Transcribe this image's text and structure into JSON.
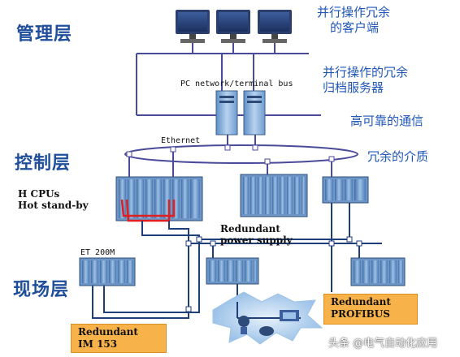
{
  "layers": {
    "management": "管理层",
    "control": "控制层",
    "field": "现场层"
  },
  "notes": {
    "parallel_clients_line1": "并行操作冗余",
    "parallel_clients_line2": "的客户端",
    "parallel_archive_line1": "并行操作的冗余",
    "parallel_archive_line2": "归档服务器",
    "reliable_comm": "高可靠的通信",
    "redundant_medium": "冗余的介质"
  },
  "labels": {
    "pc_bus": "PC network/terminal bus",
    "ethernet": "Ethernet",
    "h_cpus_line1": "H CPUs",
    "h_cpus_line2": "Hot stand-by",
    "et200m": "ET 200M",
    "redundant_power_line1": "Redundant",
    "redundant_power_line2": "power supply",
    "redundant_im_line1": "Redundant",
    "redundant_im_line2": "IM 153",
    "redundant_profibus_line1": "Redundant",
    "redundant_profibus_line2": "PROFIBUS"
  },
  "watermark": "头条 @电气自动化应用",
  "colors": {
    "bus_line": "#4a4a9a",
    "layer_text": "#1f4e9a",
    "note_text": "#1f56b8",
    "device_blue": "#8fb3d9",
    "cpu_cable": "#e02020",
    "callout": "#f8b24a"
  }
}
